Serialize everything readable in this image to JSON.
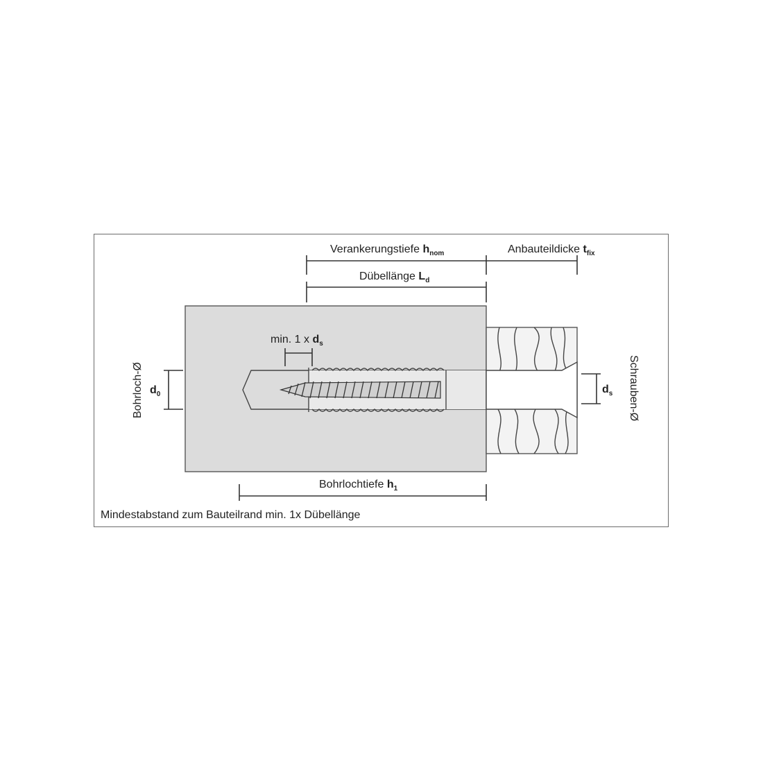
{
  "labels": {
    "anchoring_depth": "Verankerungstiefe",
    "anchoring_depth_symbol": "h",
    "anchoring_depth_sub": "nom",
    "attachment_thickness": "Anbauteildicke",
    "attachment_thickness_symbol": "t",
    "attachment_thickness_sub": "fix",
    "anchor_length": "Dübellänge",
    "anchor_length_symbol": "L",
    "anchor_length_sub": "d",
    "min_spacing": "min. 1 x",
    "min_spacing_symbol": "d",
    "min_spacing_sub": "s",
    "hole_diameter": "Bohrloch-Ø",
    "hole_diameter_symbol": "d",
    "hole_diameter_sub": "0",
    "screw_diameter": "Schrauben-Ø",
    "screw_diameter_symbol": "d",
    "screw_diameter_sub": "s",
    "hole_depth": "Bohrlochtiefe",
    "hole_depth_symbol": "h",
    "hole_depth_sub": "1",
    "edge_distance_note": "Mindestabstand zum Bauteilrand min. 1x Dübellänge"
  },
  "colors": {
    "concrete": "#dcdcdc",
    "line": "#444444",
    "wood": "#f3f3f3"
  }
}
